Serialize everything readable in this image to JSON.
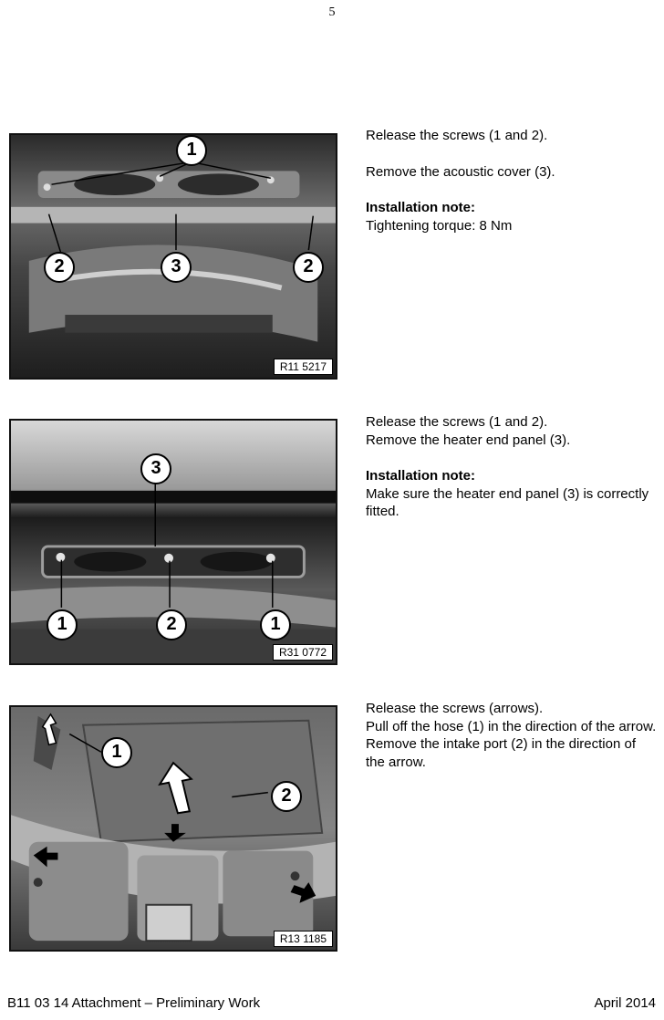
{
  "page_number": "5",
  "steps": [
    {
      "figure_ref": "R11 5217",
      "callouts": [
        "1",
        "2",
        "3",
        "2"
      ],
      "instructions": [
        "Release the screws (1 and 2).",
        "Remove the acoustic cover (3)."
      ],
      "note_heading": "Installation note:",
      "note_text": "Tightening torque: 8 Nm"
    },
    {
      "figure_ref": "R31 0772",
      "callouts": [
        "3",
        "1",
        "2",
        "1"
      ],
      "instructions": [
        "Release the screws (1 and 2).",
        "Remove the heater end panel (3)."
      ],
      "note_heading": "Installation note:",
      "note_text": "Make sure the heater end panel (3) is correctly fitted."
    },
    {
      "figure_ref": "R13 1185",
      "callouts": [
        "1",
        "2"
      ],
      "instructions": [
        "Release the screws (arrows).",
        "Pull off the hose (1) in the direction of the arrow.",
        "Remove the intake port (2) in the direction of the arrow."
      ]
    }
  ],
  "footer": {
    "left": "B11 03 14 Attachment – Preliminary Work",
    "right": "April 2014"
  }
}
